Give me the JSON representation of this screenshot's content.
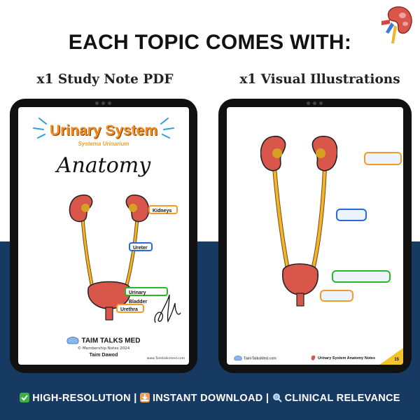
{
  "headline": "EACH TOPIC COMES WITH:",
  "left_label": "x1 Study Note PDF",
  "right_label": "x1 Visual Illustrations",
  "left_page": {
    "title": "Urinary System",
    "subtitle": "Systema Urinarium",
    "heading": "Anatomy",
    "labels": {
      "kidneys": "Kidneys",
      "ureter": "Ureter",
      "bladder": "Urinary Bladder",
      "urethra": "Urethra"
    },
    "brand": "TAIM TALKS MED",
    "membership": "© Membership Notes 2024",
    "author": "Taim Dawod",
    "website": "www.Taimtalksmed.com"
  },
  "right_page": {
    "footer_brand": "TaimTalksMed.com",
    "footer_title": "Urinary System Anatomy Notes",
    "page_number": "15"
  },
  "features": {
    "f1": "HIGH-RESOLUTION",
    "sep1": "|",
    "f2": "INSTANT DOWNLOAD",
    "sep2": "|",
    "f3": "CLINICAL RELEVANCE"
  },
  "colors": {
    "navy": "#173a63",
    "orange": "#f28a1d",
    "kidney": "#d9564a",
    "ureter": "#f1b52b",
    "blue_tag": "#2a6ad8",
    "green_tag": "#2ab52a",
    "orange_tag": "#f29a2a"
  },
  "icons": [
    "kidney-icon",
    "check-icon",
    "download-icon",
    "search-icon",
    "brain-icon"
  ]
}
